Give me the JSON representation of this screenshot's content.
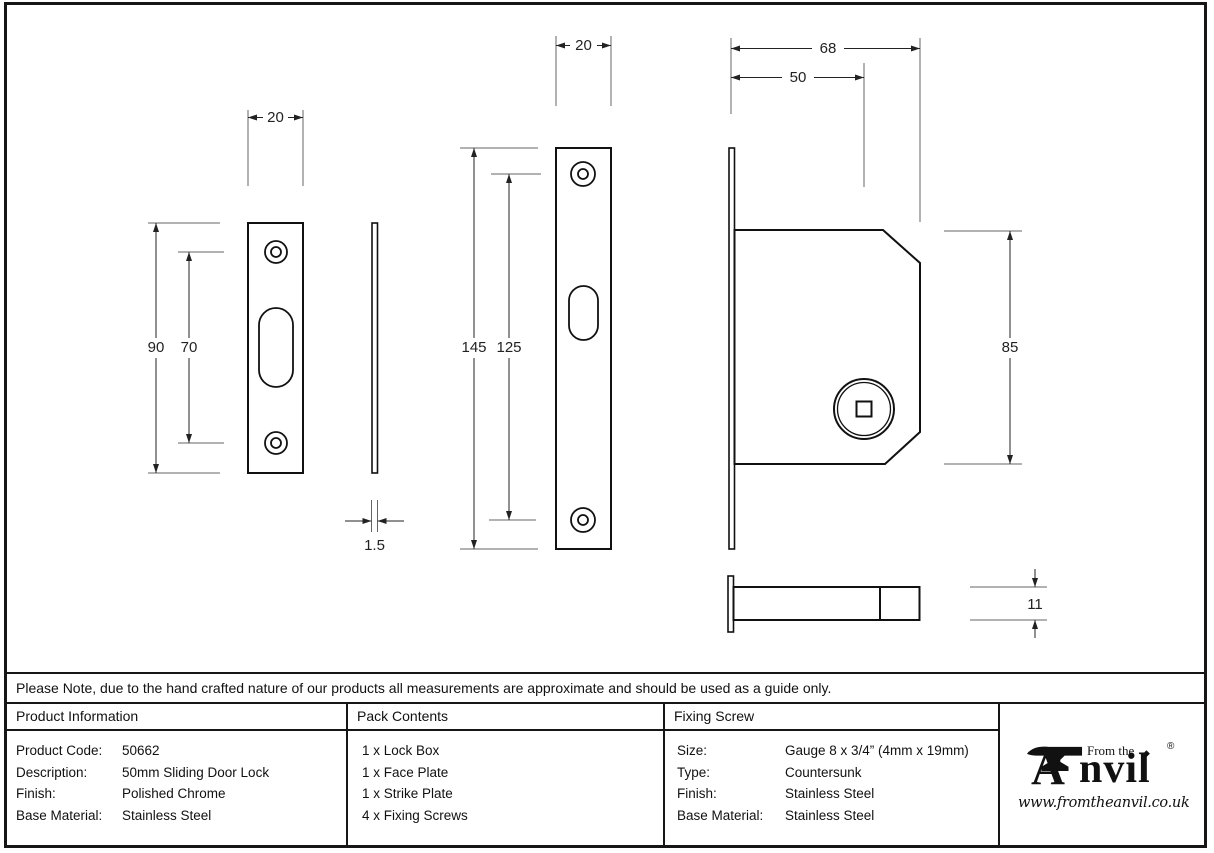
{
  "drawing": {
    "strike_plate": {
      "width": "20",
      "height": "90",
      "hole_spacing": "70",
      "thickness": "1.5"
    },
    "face_plate": {
      "width": "20",
      "height": "145",
      "hole_spacing": "125"
    },
    "lock_box": {
      "width": "68",
      "backset": "50",
      "height": "85",
      "thickness": "11"
    }
  },
  "note": "Please Note, due to the hand crafted nature of our products all measurements are approximate and should be used as a guide only.",
  "table": {
    "product_information": {
      "title": "Product Information",
      "rows": [
        {
          "label": "Product Code:",
          "value": "50662"
        },
        {
          "label": "Description:",
          "value": "50mm Sliding Door Lock"
        },
        {
          "label": "Finish:",
          "value": "Polished Chrome"
        },
        {
          "label": "Base Material:",
          "value": "Stainless Steel"
        }
      ]
    },
    "pack_contents": {
      "title": "Pack Contents",
      "items": [
        "1 x Lock Box",
        "1 x Face Plate",
        "1 x Strike Plate",
        "4 x Fixing Screws"
      ]
    },
    "fixing_screw": {
      "title": "Fixing Screw",
      "rows": [
        {
          "label": "Size:",
          "value": "Gauge 8 x 3/4” (4mm x 19mm)"
        },
        {
          "label": "Type:",
          "value": "Countersunk"
        },
        {
          "label": "Finish:",
          "value": "Stainless Steel"
        },
        {
          "label": "Base Material:",
          "value": "Stainless Steel"
        }
      ]
    },
    "logo": {
      "from_the": "From the",
      "brand_a": "A",
      "brand_rest": "nvil",
      "diamond": "◆",
      "registered": "®",
      "url": "www.fromtheanvil.co.uk"
    }
  }
}
